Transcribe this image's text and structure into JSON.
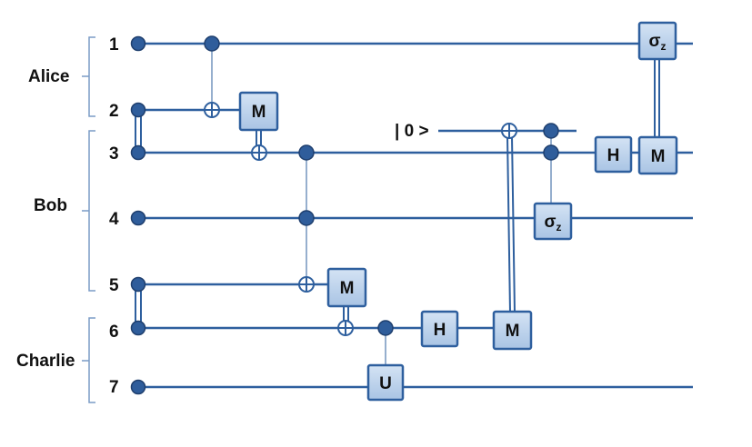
{
  "parties": {
    "alice": "Alice",
    "bob": "Bob",
    "charlie": "Charlie"
  },
  "qubits": [
    "1",
    "2",
    "3",
    "4",
    "5",
    "6",
    "7"
  ],
  "ancilla": "| 0 >",
  "gates": {
    "m": "M",
    "h": "H",
    "u": "U",
    "sigma": "σ",
    "sigma_sub": "z"
  },
  "colors": {
    "wire": "#2e5f9e",
    "node_fill": "#2f5d9b",
    "node_stroke": "#1f3f6e",
    "gate_fill": "#b8d0ea",
    "gate_stroke": "#2e5f9e",
    "bracket": "#7a9cc6"
  }
}
